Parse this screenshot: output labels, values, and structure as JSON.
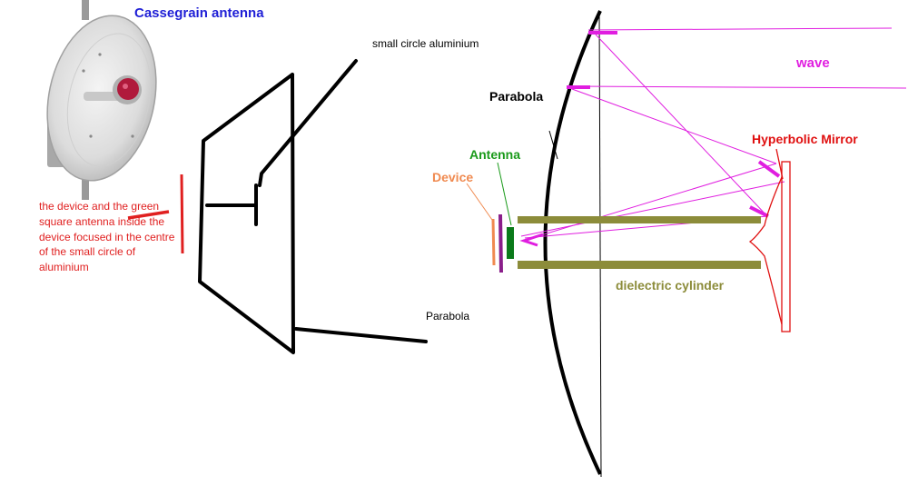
{
  "title": "Cassegrain antenna",
  "note": "the device and the green square antenna inside the device focused in the centre of the small circle of aluminium",
  "labels": {
    "small_circle": "small circle aluminium",
    "parabola_sketch": "Parabola",
    "wave": "wave",
    "parabola_main": "Parabola",
    "hyperbolic_mirror": "Hyperbolic Mirror",
    "antenna": "Antenna",
    "device": "Device",
    "dielectric_cylinder": "dielectric cylinder"
  },
  "colors": {
    "title": "#1f1fd6",
    "note": "#e02020",
    "wave": "#e01ee0",
    "hyperbolic": "#e01010",
    "antenna": "#1a9a1a",
    "device": "#f08a50",
    "device_body": "#8a1e8a",
    "dielectric": "#8c8c3a"
  }
}
